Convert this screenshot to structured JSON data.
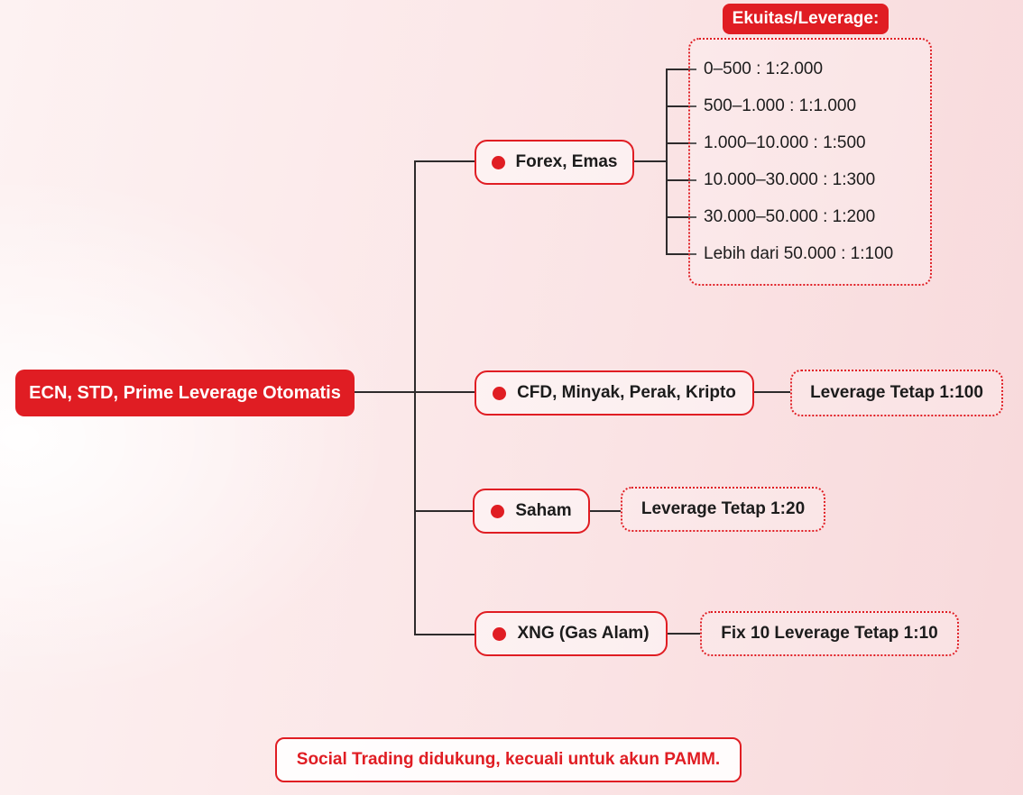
{
  "diagram": {
    "root": {
      "label": "ECN, STD, Prime Leverage Otomatis"
    },
    "branches": [
      {
        "label": "Forex, Emas"
      },
      {
        "label": "CFD, Minyak, Perak, Kripto",
        "leverage": "Leverage Tetap 1:100"
      },
      {
        "label": "Saham",
        "leverage": "Leverage Tetap 1:20"
      },
      {
        "label": "XNG (Gas Alam)",
        "leverage": "Fix 10 Leverage Tetap 1:10"
      }
    ],
    "equity_leverage": {
      "title": "Ekuitas/Leverage:",
      "items": [
        "0–500 : 1:2.000",
        "500–1.000 : 1:1.000",
        "1.000–10.000 : 1:500",
        "10.000–30.000 : 1:300",
        "30.000–50.000 : 1:200",
        "Lebih dari 50.000 : 1:100"
      ]
    },
    "footnote": "Social Trading didukung, kecuali untuk akun PAMM."
  },
  "colors": {
    "accent_red": "#e01d23",
    "text_dark": "#1c1c1c",
    "line": "#2e2b2c",
    "background_pink": "#f8d9db"
  },
  "icons": {
    "bullet": "red-dot-icon"
  }
}
